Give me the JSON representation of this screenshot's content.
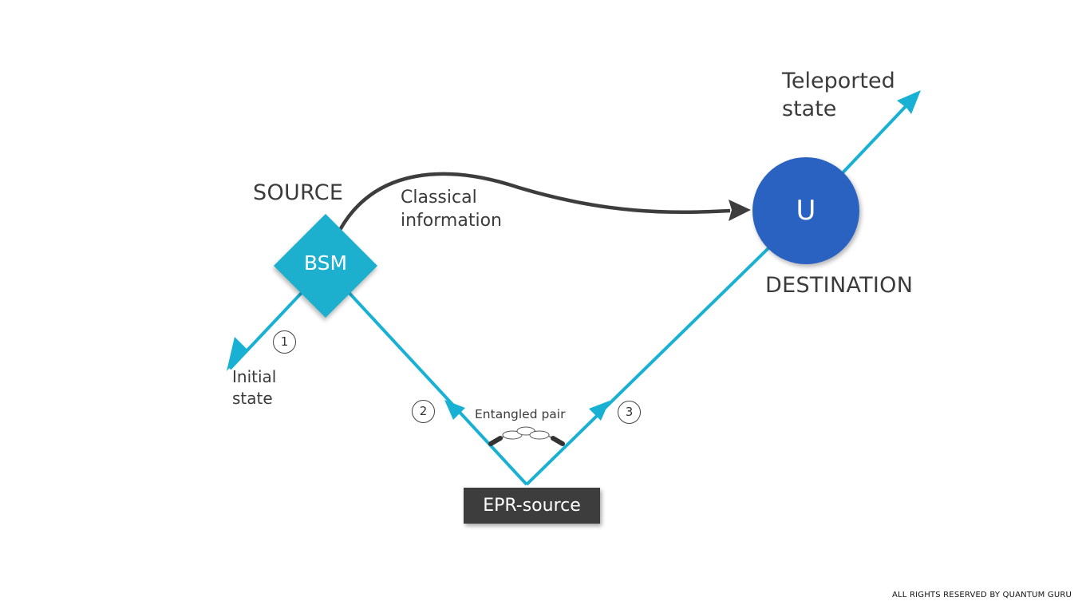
{
  "labels": {
    "source": "SOURCE",
    "destination": "DESTINATION",
    "classical": [
      "Classical",
      "information"
    ],
    "teleported": [
      "Teleported",
      "state"
    ],
    "initial": [
      "Initial",
      "state"
    ],
    "entangled": "Entangled pair"
  },
  "nodes": {
    "bsm": "BSM",
    "u": "U",
    "epr": "EPR-source"
  },
  "steps": [
    "1",
    "2",
    "3"
  ],
  "footer": "ALL RIGHTS RESERVED BY QUANTUM GURU",
  "colors": {
    "beam": "#19b1d3",
    "bsm": "#1cb0ce",
    "u": "#2a62c2",
    "epr": "#3d3d3d",
    "classical_arrow": "#3d3d3d",
    "text": "#3b3b3b"
  }
}
